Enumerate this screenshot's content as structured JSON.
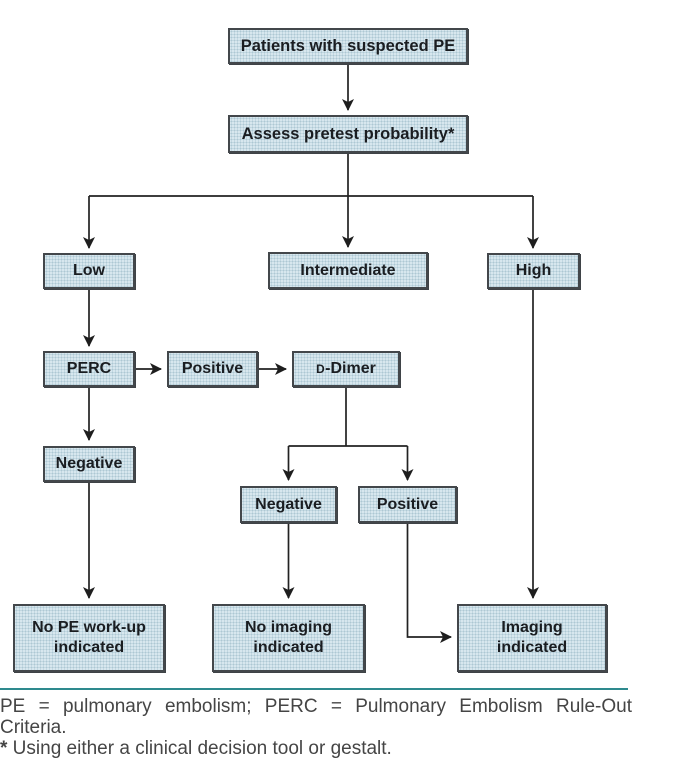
{
  "diagram": {
    "nodes": {
      "patients": {
        "label": "Patients with suspected PE"
      },
      "assess": {
        "label": "Assess pretest probability*"
      },
      "low": {
        "label": "Low"
      },
      "intermediate": {
        "label": "Intermediate"
      },
      "high": {
        "label": "High"
      },
      "perc": {
        "label": "PERC"
      },
      "perc_positive": {
        "label": "Positive"
      },
      "ddimer": {
        "prefix": "D",
        "rest": "-Dimer"
      },
      "perc_negative": {
        "label": "Negative"
      },
      "ddimer_negative": {
        "label": "Negative"
      },
      "ddimer_positive": {
        "label": "Positive"
      },
      "no_pe_workup": {
        "line1": "No PE work-up",
        "line2": "indicated"
      },
      "no_imaging": {
        "line1": "No imaging",
        "line2": "indicated"
      },
      "imaging": {
        "line1": "Imaging",
        "line2": "indicated"
      }
    },
    "colors": {
      "box_fill": "#d2e4eb",
      "box_border": "#43474b",
      "arrow_line": "#222222",
      "divider_rule": "#2e8a8e"
    }
  },
  "footer": {
    "abbrev_line": "PE = pulmonary embolism; PERC = Pulmonary Embolism Rule-Out",
    "abbrev_cont": "Criteria.",
    "note_star": "*",
    "note_text": " Using either a clinical decision tool or gestalt."
  }
}
